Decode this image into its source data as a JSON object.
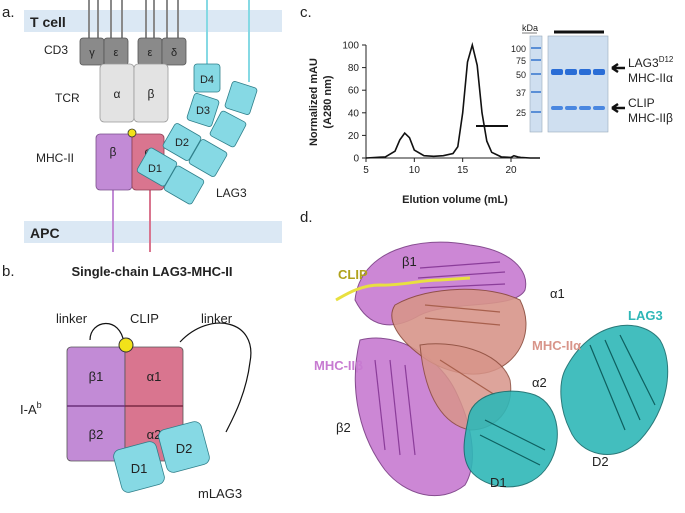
{
  "panel_a": {
    "letter": "a.",
    "tcell": "T cell",
    "apc": "APC",
    "cd3": "CD3",
    "tcr": "TCR",
    "mhc": "MHC-II",
    "lag3": "LAG3",
    "cd3_chains": [
      "γ",
      "ε",
      "ε",
      "δ"
    ],
    "tcr_chains": [
      "α",
      "β"
    ],
    "mhc_chains": [
      "β",
      "α"
    ],
    "lag3_domains": [
      "D4",
      "D3",
      "D2",
      "D1"
    ]
  },
  "panel_b": {
    "letter": "b.",
    "title": "Single-chain LAG3-MHC-II",
    "linker_left": "linker",
    "linker_right": "linker",
    "clip": "CLIP",
    "iab": "I-A",
    "iab_sup": "b",
    "domains": [
      "β1",
      "α1",
      "β2",
      "α2",
      "D1",
      "D2"
    ],
    "mlag3": "mLAG3"
  },
  "panel_c": {
    "letter": "c.",
    "ylabel_1": "Normalized mAU",
    "ylabel_2": "(A280 nm)",
    "xlabel": "Elution volume (mL)",
    "kda": "kDa",
    "markers": [
      "100",
      "75",
      "50",
      "37",
      "25"
    ],
    "band_labels": {
      "upper_1": "LAG3",
      "upper_1_sup": "D12",
      "upper_2": "MHC-IIα",
      "lower_1": "CLIP",
      "lower_2": "MHC-IIβ"
    },
    "chart_data": {
      "type": "line",
      "xlabel": "Elution volume (mL)",
      "ylabel": "Normalized mAU (A280 nm)",
      "xlim": [
        5,
        23
      ],
      "ylim": [
        0,
        100
      ],
      "xticks": [
        5,
        10,
        15,
        20
      ],
      "yticks": [
        0,
        20,
        40,
        60,
        80,
        100
      ],
      "x": [
        5,
        7,
        8,
        8.5,
        9,
        9.5,
        10,
        11,
        12,
        13,
        14,
        14.5,
        15,
        15.5,
        16,
        16.5,
        17,
        17.5,
        18,
        19,
        20,
        20.3,
        20.7,
        21,
        22,
        23
      ],
      "y": [
        0,
        1,
        6,
        16,
        22,
        18,
        7,
        2,
        1.5,
        2,
        4,
        10,
        40,
        85,
        100,
        82,
        40,
        15,
        5,
        1,
        0.5,
        2,
        1,
        0.5,
        0,
        0
      ]
    }
  },
  "panel_d": {
    "letter": "d.",
    "labels": {
      "b1": "β1",
      "a1": "α1",
      "clip": "CLIP",
      "mhca": "MHC-IIα",
      "mhcb": "MHC-IIβ",
      "a2": "α2",
      "b2": "β2",
      "lag3": "LAG3",
      "d1": "D1",
      "d2": "D2"
    },
    "colors": {
      "mhc_beta": "#c77bd1",
      "mhc_alpha": "#d8958a",
      "lag3": "#2fb7b7",
      "clip": "#e8e040"
    }
  },
  "colors": {
    "membrane": "#dbe8f4",
    "cd3": "#8a8a8a",
    "tcr": "#e3e3e3",
    "mhc_beta": "#c28bd6",
    "mhc_alpha": "#d9758f",
    "lag3": "#86d9e4",
    "clip": "#f2e21a",
    "gel_band": "#2a6dd6"
  }
}
